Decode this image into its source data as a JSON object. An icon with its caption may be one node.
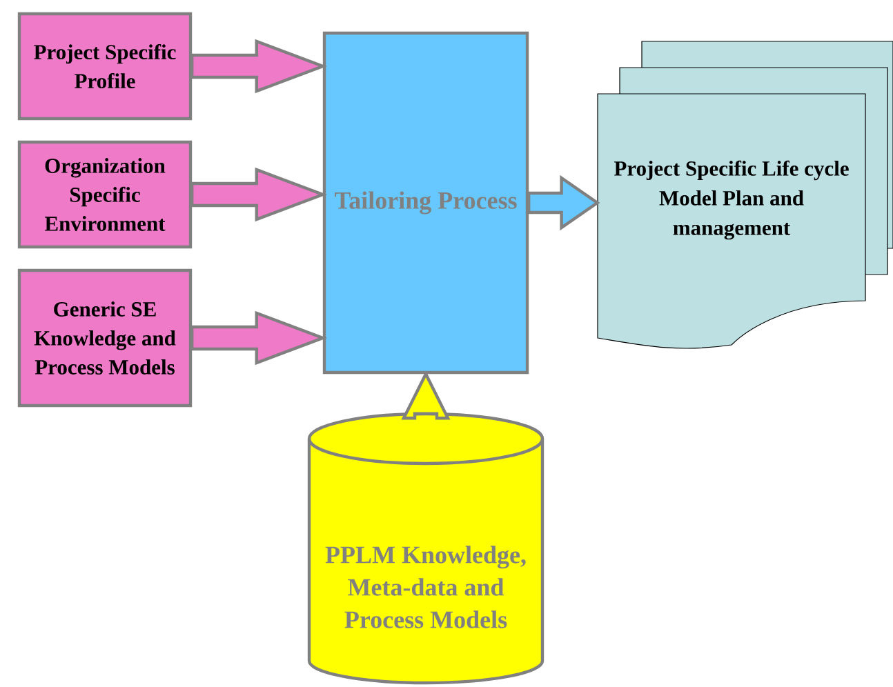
{
  "diagram": {
    "nodes": [
      {
        "text": [
          "Project Specific Profile"
        ]
      },
      {
        "text": [
          "Organization Specific Environment"
        ]
      },
      {
        "text": [
          "Generic SE Knowledge and Process Models"
        ]
      },
      {
        "text": [
          "Tailoring Process"
        ]
      },
      {
        "text": [
          "Project Specific Life cycle Model Plan and management"
        ]
      },
      {
        "text": [
          "PPLM Knowledge, Meta-data and Process Models"
        ]
      }
    ],
    "edges": [
      {
        "from": 0,
        "to": 3,
        "arrow": "to",
        "style": "thick",
        "color": "#ee7ac8"
      },
      {
        "from": 1,
        "to": 3,
        "arrow": "to",
        "style": "thick",
        "color": "#ee7ac8"
      },
      {
        "from": 2,
        "to": 3,
        "arrow": "to",
        "style": "thick",
        "color": "#ee7ac8"
      },
      {
        "from": 3,
        "to": 4,
        "arrow": "to",
        "style": "thick",
        "color": "#66c8ff"
      },
      {
        "from": 5,
        "to": 3,
        "arrow": "to",
        "style": "thick",
        "color": "#ffff00"
      }
    ]
  }
}
